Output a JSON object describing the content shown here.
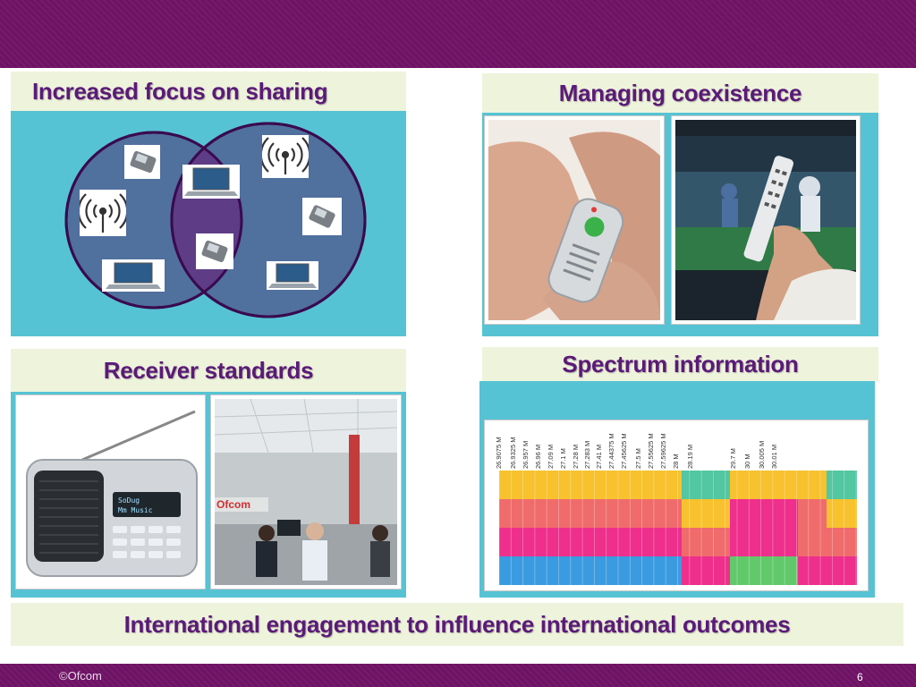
{
  "slide": {
    "quadrants": {
      "sharing": {
        "title": "Increased focus on sharing"
      },
      "coexistence": {
        "title": "Managing coexistence"
      },
      "receiver": {
        "title": "Receiver standards"
      },
      "spectrum": {
        "title": "Spectrum information",
        "frequency_labels": [
          "26.9075 M",
          "26.9325 M",
          "26.957 M",
          "26.96 M",
          "27.09 M",
          "27.1 M",
          "27.28 M",
          "27.283 M",
          "27.41 M",
          "27.44375 M",
          "27.45625 M",
          "27.5 M",
          "27.55625 M",
          "27.59625 M",
          "28 M",
          "28.19 M",
          "29.7 M",
          "30 M",
          "30.005 M",
          "30.01 M"
        ]
      }
    },
    "banner": "International engagement to influence international outcomes",
    "radio_display": {
      "line1": "SoDug",
      "line2": "Mm Music"
    },
    "photo_sign": "Ofcom",
    "footer": {
      "copyright": "©Ofcom",
      "page_number": "6"
    },
    "colors": {
      "brand_purple": "#6e1265",
      "panel_teal": "#56c3d4",
      "label_bg": "#eef3dc",
      "title_text": "#5b1a78"
    }
  }
}
